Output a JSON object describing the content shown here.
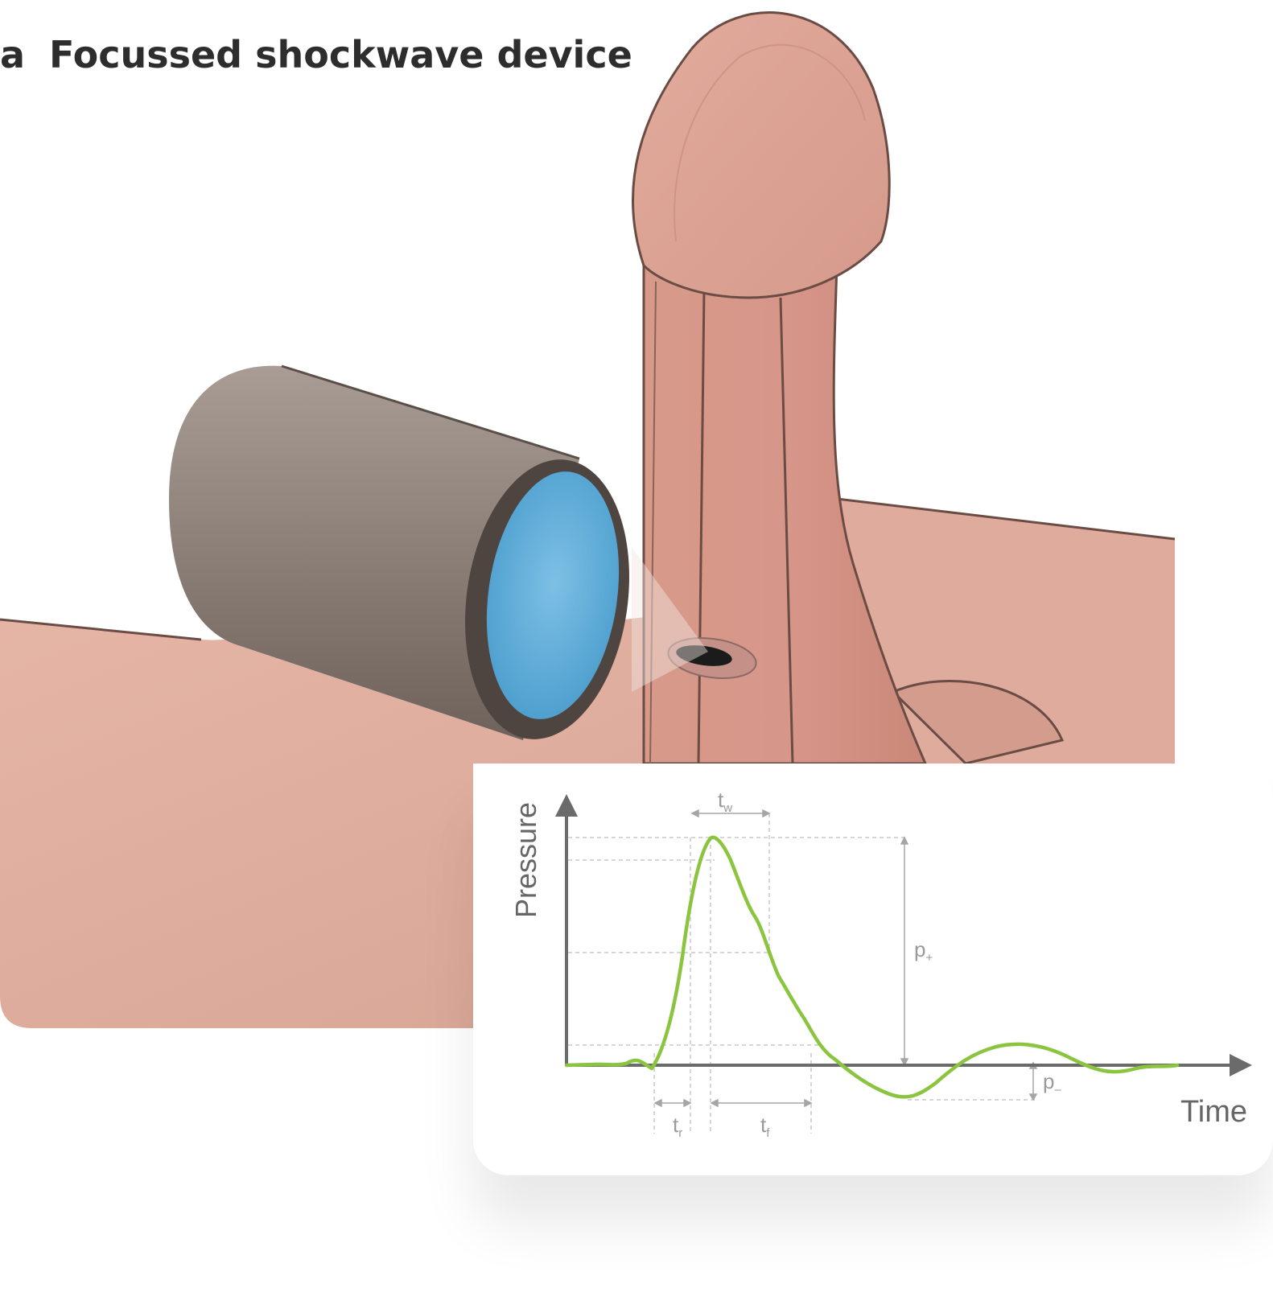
{
  "figure": {
    "panel_letter": "a",
    "title": "Focussed shockwave device"
  },
  "graph": {
    "ylabel": "Pressure",
    "xlabel": "Time",
    "annotations": {
      "pulse_width": "t",
      "pulse_width_sub": "w",
      "rise_time": "t",
      "rise_time_sub": "r",
      "fall_time": "t",
      "fall_time_sub": "f",
      "peak_positive": "p",
      "peak_positive_sub": "+",
      "peak_negative": "p",
      "peak_negative_sub": "–"
    }
  },
  "colors": {
    "skin": "#dca697",
    "skin_shadow": "#c88d7e",
    "device_body": "#857a73",
    "device_lens": "#5ba9d6",
    "waveform": "#8bc53f",
    "axis": "#6b6b6b"
  }
}
